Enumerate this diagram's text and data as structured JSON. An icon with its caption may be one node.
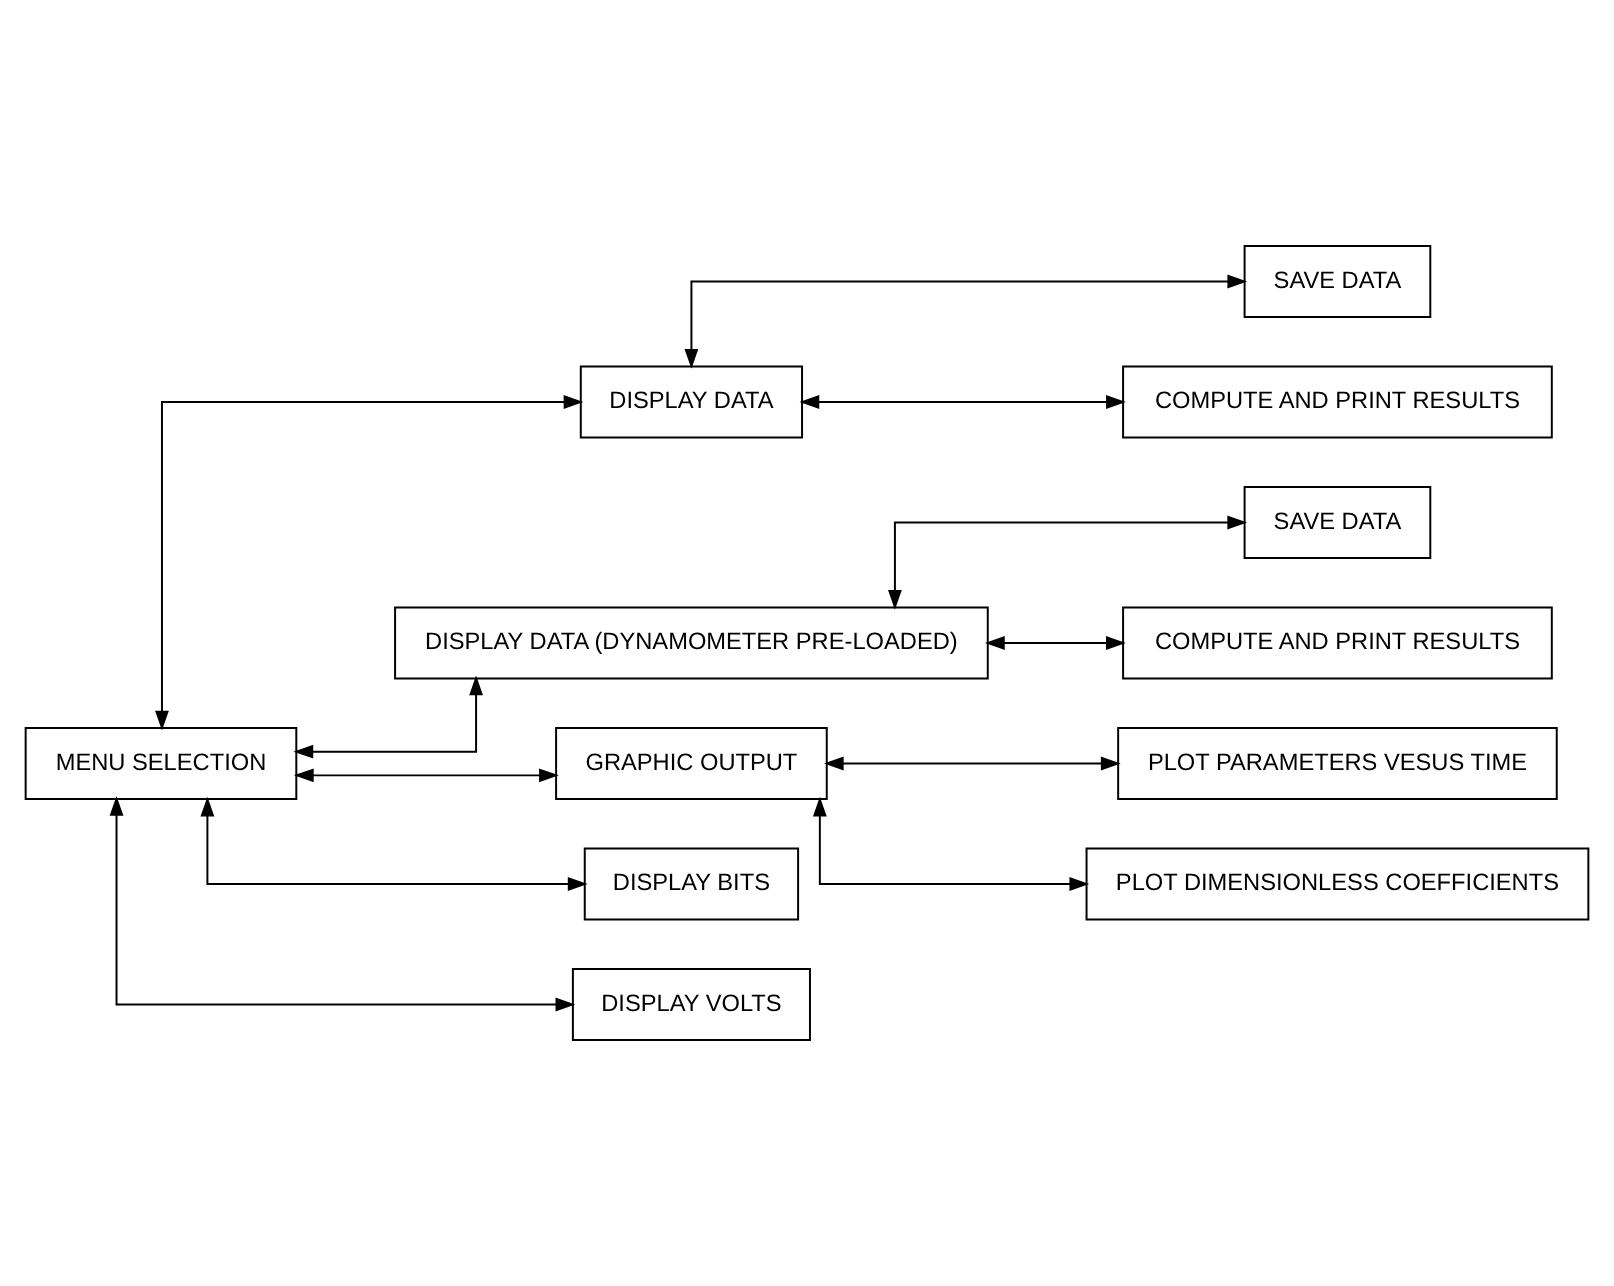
{
  "diagram": {
    "nodes": [
      {
        "text": [
          "MENU SELECTION"
        ]
      },
      {
        "text": [
          "DISPLAY DATA"
        ]
      },
      {
        "text": [
          "SAVE DATA"
        ]
      },
      {
        "text": [
          "COMPUTE AND PRINT RESULTS"
        ]
      },
      {
        "text": [
          "DISPLAY DATA (DYNAMOMETER PRE-LOADED)"
        ]
      },
      {
        "text": [
          "SAVE DATA"
        ]
      },
      {
        "text": [
          "COMPUTE AND PRINT RESULTS"
        ]
      },
      {
        "text": [
          "GRAPHIC OUTPUT"
        ]
      },
      {
        "text": [
          "PLOT PARAMETERS VESUS TIME"
        ]
      },
      {
        "text": [
          "PLOT DIMENSIONLESS COEFFICIENTS"
        ]
      },
      {
        "text": [
          "DISPLAY BITS"
        ]
      },
      {
        "text": [
          "DISPLAY VOLTS"
        ]
      }
    ],
    "edges": [
      {
        "from": 0,
        "to": 1,
        "arrow": "both"
      },
      {
        "from": 0,
        "to": 4,
        "arrow": "both"
      },
      {
        "from": 0,
        "to": 7,
        "arrow": "both"
      },
      {
        "from": 0,
        "to": 10,
        "arrow": "both"
      },
      {
        "from": 0,
        "to": 11,
        "arrow": "both"
      },
      {
        "from": 1,
        "to": 2,
        "arrow": "both"
      },
      {
        "from": 1,
        "to": 3,
        "arrow": "both"
      },
      {
        "from": 4,
        "to": 5,
        "arrow": "both"
      },
      {
        "from": 4,
        "to": 6,
        "arrow": "both"
      },
      {
        "from": 7,
        "to": 8,
        "arrow": "both"
      },
      {
        "from": 7,
        "to": 9,
        "arrow": "both"
      }
    ]
  }
}
